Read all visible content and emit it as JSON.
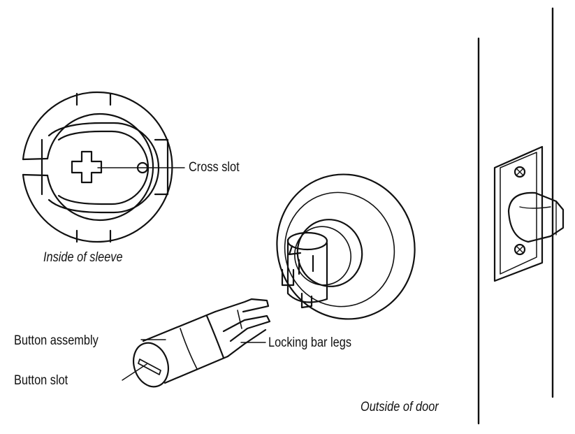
{
  "labels": {
    "cross_slot": "Cross slot",
    "inside_of_sleeve": "Inside of sleeve",
    "button_assembly": "Button assembly",
    "locking_bar_legs": "Locking bar legs",
    "button_slot": "Button slot",
    "outside_of_door": "Outside of door"
  },
  "colors": {
    "line": "#111111",
    "background": "#ffffff"
  }
}
